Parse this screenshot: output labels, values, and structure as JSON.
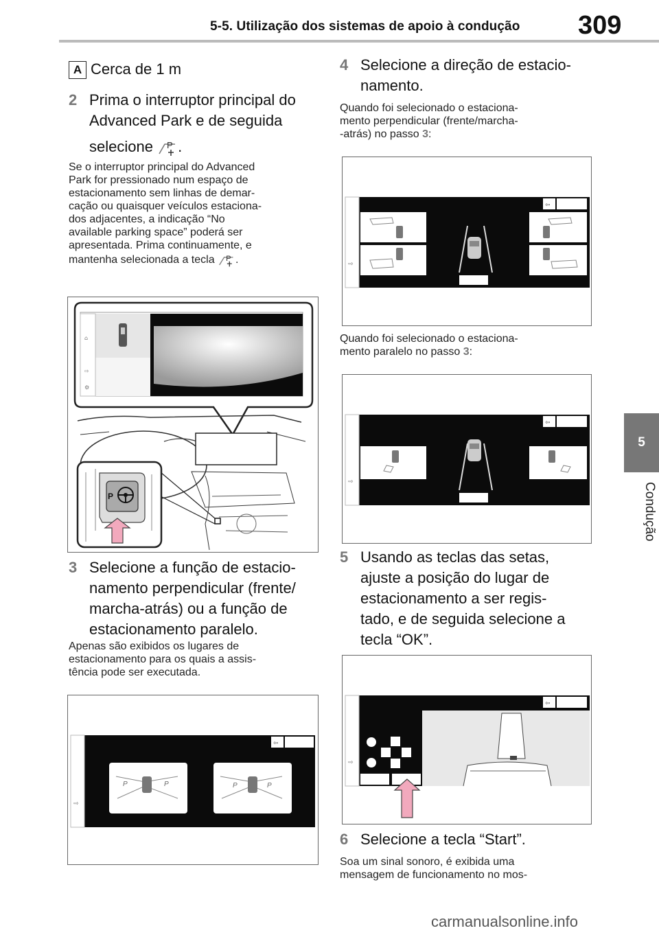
{
  "header": {
    "section_title": "5-5. Utilização dos sistemas de apoio à condução",
    "page_number": "309"
  },
  "side_tab": {
    "chapter_number": "5",
    "chapter_label": "Condução"
  },
  "left": {
    "item_a_badge": "A",
    "item_a_text": "Cerca de 1 m",
    "step2_num": "2",
    "step2_line1": "Prima o interruptor principal do",
    "step2_line2": "Advanced Park e de seguida",
    "step2_line3": "selecione",
    "step2_end": ".",
    "note2_lines": [
      "Se o interruptor principal do Advanced",
      "Park for pressionado num espaço de",
      "estacionamento sem linhas de demar-",
      "cação ou quaisquer veículos estaciona-",
      "dos adjacentes, a indicação “No",
      "available parking space” poderá ser",
      "apresentada. Prima continuamente, e"
    ],
    "note2_last": "mantenha selecionada a tecla",
    "note2_end": ".",
    "step3_num": "3",
    "step3_lines": [
      "Selecione a função de estacio-",
      "namento perpendicular (frente/",
      "marcha-atrás) ou a função de",
      "estacionamento paralelo."
    ],
    "note3_lines": [
      "Apenas são exibidos os lugares de",
      "estacionamento para os quais a assis-",
      "tência pode ser executada."
    ]
  },
  "right": {
    "step4_num": "4",
    "step4_lines": [
      "Selecione a direção de estacio-",
      "namento."
    ],
    "note4a_line1": "Quando foi selecionado o estaciona-",
    "note4a_line2": "mento perpendicular (frente/marcha-",
    "note4a_line3": "-atrás) no passo",
    "note4a_ref": "3",
    "note4a_end": ":",
    "note4b_line1": "Quando foi selecionado o estaciona-",
    "note4b_line2": "mento paralelo no passo",
    "note4b_ref": "3",
    "note4b_end": ":",
    "step5_num": "5",
    "step5_lines": [
      "Usando as teclas das setas,",
      "ajuste a posição do lugar de",
      "estacionamento a ser regis-",
      "tado, e de seguida selecione a",
      "tecla “OK”."
    ],
    "step6_num": "6",
    "step6_text": "Selecione a tecla “Start”.",
    "note6_lines": [
      "Soa um sinal sonoro, é exibida uma",
      "mensagem de funcionamento no mos-"
    ]
  },
  "figure_labels": {
    "p_marks": [
      "P",
      "P",
      "P",
      "P"
    ],
    "switch_letter": "P",
    "icon_letter": "P"
  },
  "footer": {
    "watermark": "carmanualsonline.info"
  },
  "colors": {
    "tab_gray": "#777777",
    "screen_black": "#0b0b0b",
    "arrow_pink": "#f2a9bd"
  }
}
